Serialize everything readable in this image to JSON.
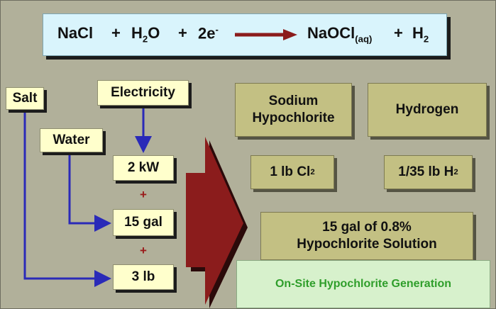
{
  "equation": {
    "reactant1": "NaCl",
    "plus1": "+",
    "reactant2_base": "H",
    "reactant2_sub": "2",
    "reactant2_tail": "O",
    "plus2": "+",
    "reactant3_base": "2e",
    "reactant3_sup": "-",
    "product1_base": "NaOCl",
    "product1_sub": "(aq)",
    "plus3": "+",
    "product2_base": "H",
    "product2_sub": "2"
  },
  "inputs": {
    "salt": "Salt",
    "electricity": "Electricity",
    "water": "Water"
  },
  "amounts": {
    "power": "2 kW",
    "volume": "15 gal",
    "mass": "3 lb",
    "plus_a": "+",
    "plus_b": "+"
  },
  "outputs": {
    "sodium_line1": "Sodium",
    "sodium_line2": "Hypochlorite",
    "hydrogen": "Hydrogen",
    "chlorine_base": "1 lb Cl",
    "chlorine_sub": "2",
    "hydrogen_amount_base": "1/35 lb H",
    "hydrogen_amount_sub": "2",
    "solution_line1": "15 gal of 0.8%",
    "solution_line2": "Hypochlorite Solution"
  },
  "caption": "On-Site Hypochlorite Generation",
  "colors": {
    "background": "#b1b09a",
    "equation_box": "#d9f4fc",
    "input_box": "#ffffcc",
    "output_box": "#c3c083",
    "connector_line": "#2a2ab8",
    "big_arrow": "#8b1c1c",
    "caption_text": "#2f9e2b"
  }
}
